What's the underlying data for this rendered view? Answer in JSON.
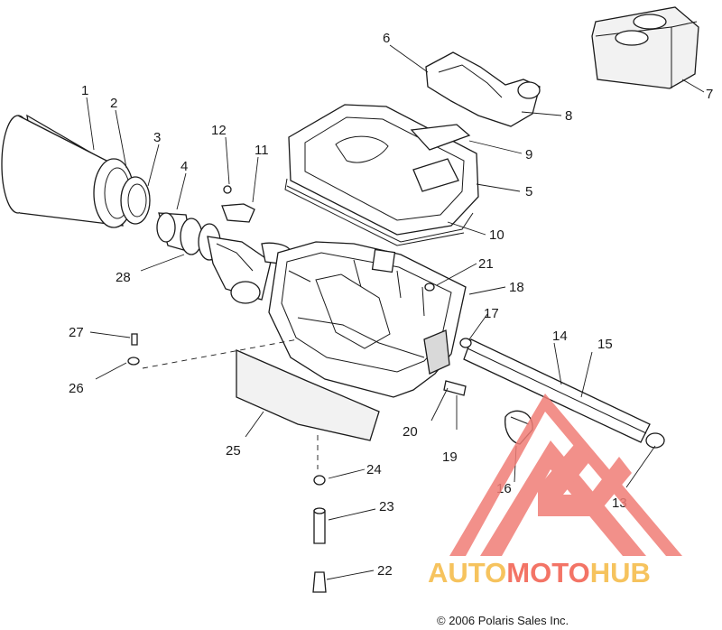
{
  "callouts": [
    {
      "id": "1",
      "label": "1"
    },
    {
      "id": "2",
      "label": "2"
    },
    {
      "id": "3",
      "label": "3"
    },
    {
      "id": "4",
      "label": "4"
    },
    {
      "id": "5",
      "label": "5"
    },
    {
      "id": "6",
      "label": "6"
    },
    {
      "id": "7",
      "label": "7"
    },
    {
      "id": "8",
      "label": "8"
    },
    {
      "id": "9",
      "label": "9"
    },
    {
      "id": "10",
      "label": "10"
    },
    {
      "id": "11",
      "label": "11"
    },
    {
      "id": "12",
      "label": "12"
    },
    {
      "id": "13",
      "label": "13"
    },
    {
      "id": "14",
      "label": "14"
    },
    {
      "id": "15",
      "label": "15"
    },
    {
      "id": "16",
      "label": "16"
    },
    {
      "id": "17",
      "label": "17"
    },
    {
      "id": "18",
      "label": "18"
    },
    {
      "id": "19",
      "label": "19"
    },
    {
      "id": "20",
      "label": "20"
    },
    {
      "id": "21",
      "label": "21"
    },
    {
      "id": "22",
      "label": "22"
    },
    {
      "id": "23",
      "label": "23"
    },
    {
      "id": "24",
      "label": "24"
    },
    {
      "id": "25",
      "label": "25"
    },
    {
      "id": "26",
      "label": "26"
    },
    {
      "id": "27",
      "label": "27"
    },
    {
      "id": "28",
      "label": "28"
    }
  ],
  "watermark": {
    "word_part_1": "AUTO",
    "word_part_2": "MOTO",
    "word_part_3": "HUB",
    "colors": {
      "auto": "#f5b942",
      "moto": "#f25c4c",
      "hub": "#f5b942",
      "logo": "#f07d76"
    }
  },
  "copyright": "© 2006 Polaris Sales Inc."
}
